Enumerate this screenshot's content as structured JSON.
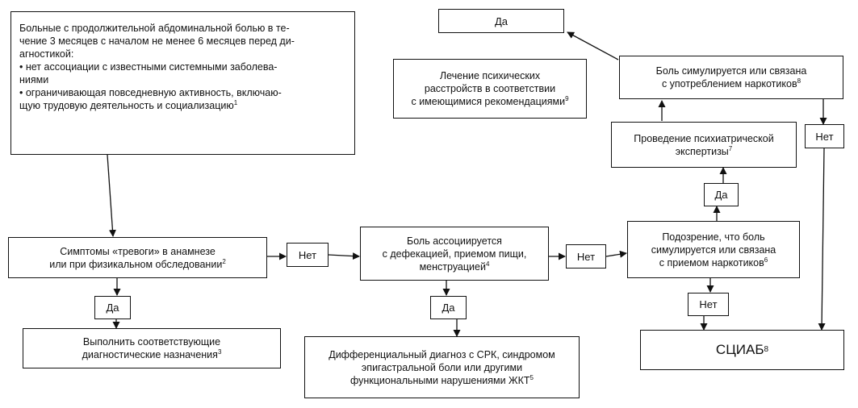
{
  "start": {
    "lines": [
      "Больные с продолжительной абдоминальной болью в те-",
      "чение 3 месяцев с началом не менее 6 месяцев перед ди-",
      "агностикой:",
      "• нет ассоциации с известными системными заболева-",
      "ниями",
      "• ограничивающая повседневную активность, включаю-",
      "щую трудовую деятельность и социализацию"
    ],
    "ref": "1"
  },
  "alarm": {
    "lines": [
      "Симптомы «тревоги» в анамнезе",
      "или при физикальном обследовании"
    ],
    "ref": "2"
  },
  "alarm_yes": "Да",
  "alarm_no": "Нет",
  "diag_action": {
    "lines": [
      "Выполнить соответствующие",
      "диагностические назначения"
    ],
    "ref": "3"
  },
  "pain_assoc": {
    "lines": [
      "Боль ассоциируется",
      "с дефекацией, приемом пищи,",
      "менструацией"
    ],
    "ref": "4"
  },
  "pain_yes": "Да",
  "pain_no": "Нет",
  "differential": {
    "lines": [
      "Дифференциальный диагноз с СРК, синдромом",
      "эпигастральной боли или другими",
      "функциональными нарушениями ЖКТ"
    ],
    "ref": "5"
  },
  "suspect": {
    "lines": [
      "Подозрение, что боль",
      "симулируется или связана",
      "с приемом наркотиков"
    ],
    "ref": "6"
  },
  "suspect_yes": "Да",
  "suspect_no": "Нет",
  "psych_exam": {
    "lines": [
      "Проведение психиатрической",
      "экспертизы"
    ],
    "ref": "7"
  },
  "simulated": {
    "lines": [
      "Боль симулируется или связана",
      "с употреблением наркотиков"
    ],
    "ref": "8"
  },
  "sim_yes": "Да",
  "sim_no": "Нет",
  "treatment": {
    "lines": [
      "Лечение психических",
      "расстройств в соответствии",
      "с имеющимися рекомендациями"
    ],
    "ref": "9"
  },
  "sciab": {
    "text": "СЦИАБ",
    "ref": "8"
  }
}
